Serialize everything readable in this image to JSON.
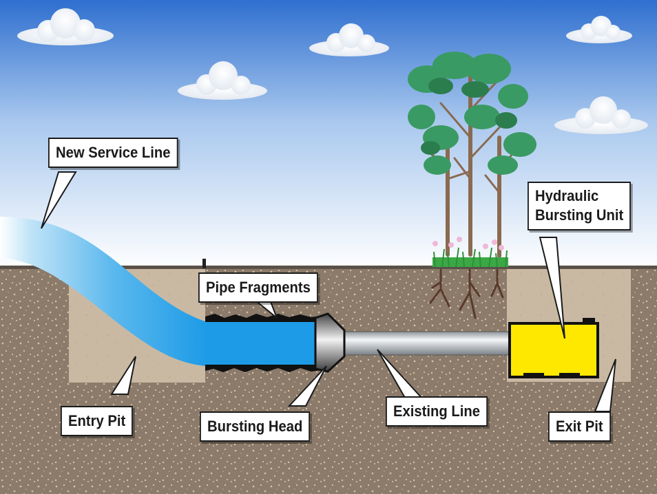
{
  "labels": {
    "new_service_line": "New Service Line",
    "pipe_fragments": "Pipe Fragments",
    "hydraulic_bursting_unit_line1": "Hydraulic",
    "hydraulic_bursting_unit_line2": "Bursting Unit",
    "entry_pit": "Entry Pit",
    "bursting_head": "Bursting Head",
    "existing_line": "Existing Line",
    "exit_pit": "Exit Pit"
  },
  "colors": {
    "sky_top": "#2f6fcf",
    "sky_bottom": "#ffffff",
    "soil": "#8c7b6b",
    "pit_fill": "#c9b9a3",
    "new_pipe": "#2aa4e8",
    "existing_pipe": "#bfc4c9",
    "bursting_unit": "#ffe800",
    "fragments": "#111111",
    "tree_leaves": "#3a9a63",
    "grass": "#3aa845"
  }
}
